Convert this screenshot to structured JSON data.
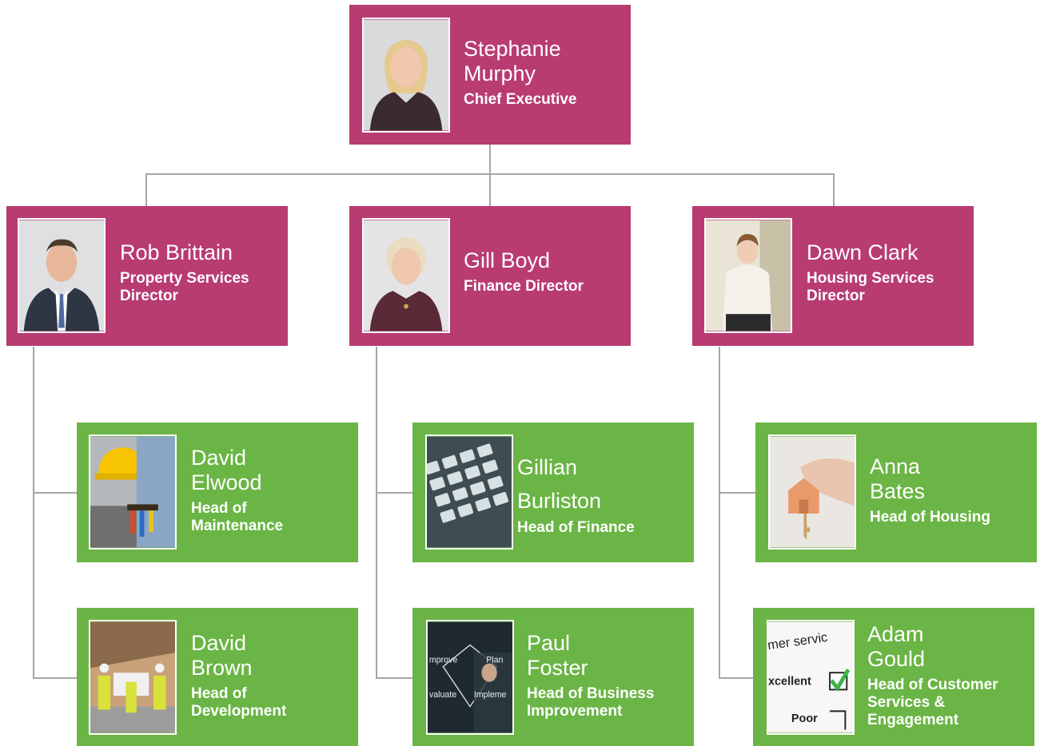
{
  "colors": {
    "executive": "#b83b72",
    "head": "#6ab545",
    "connector": "#a6a6a6"
  },
  "ceo": {
    "name_line1": "Stephanie",
    "name_line2": "Murphy",
    "role": "Chief Executive",
    "photo": "portrait-woman-blonde"
  },
  "directors": [
    {
      "name": "Rob Brittain",
      "role_line1": "Property Services",
      "role_line2": "Director",
      "photo": "portrait-man-suit"
    },
    {
      "name": "Gill Boyd",
      "role": "Finance Director",
      "photo": "portrait-woman-older"
    },
    {
      "name": "Dawn Clark",
      "role_line1": "Housing Services",
      "role_line2": "Director",
      "photo": "portrait-woman-young"
    }
  ],
  "heads": [
    {
      "name_line1": "David",
      "name_line2": "Elwood",
      "role_line1": "Head of",
      "role_line2": "Maintenance",
      "photo": "tools-hardhat"
    },
    {
      "name_line1": "David",
      "name_line2": "Brown",
      "role_line1": "Head of",
      "role_line2": "Development",
      "photo": "construction-workers"
    },
    {
      "name_line1": "Gillian",
      "name_line2": "Burliston",
      "role": "Head of Finance",
      "photo": "calculator"
    },
    {
      "name_line1": "Paul",
      "name_line2": "Foster",
      "role_line1": "Head of Business",
      "role_line2": "Improvement",
      "photo": "plan-improve-diagram",
      "photo_labels": {
        "improve": "mprove",
        "plan": "Plan",
        "evaluate": "valuate",
        "implement": "Impleme"
      }
    },
    {
      "name_line1": "Anna",
      "name_line2": "Bates",
      "role": "Head of Housing",
      "photo": "house-key"
    },
    {
      "name_line1": "Adam",
      "name_line2": "Gould",
      "role_line1": "Head of Customer",
      "role_line2": "Services &",
      "role_line3": "Engagement",
      "photo": "customer-service-survey",
      "photo_labels": {
        "top": "mer servic",
        "middle": "xcellent",
        "bottom": "Poor"
      }
    }
  ]
}
